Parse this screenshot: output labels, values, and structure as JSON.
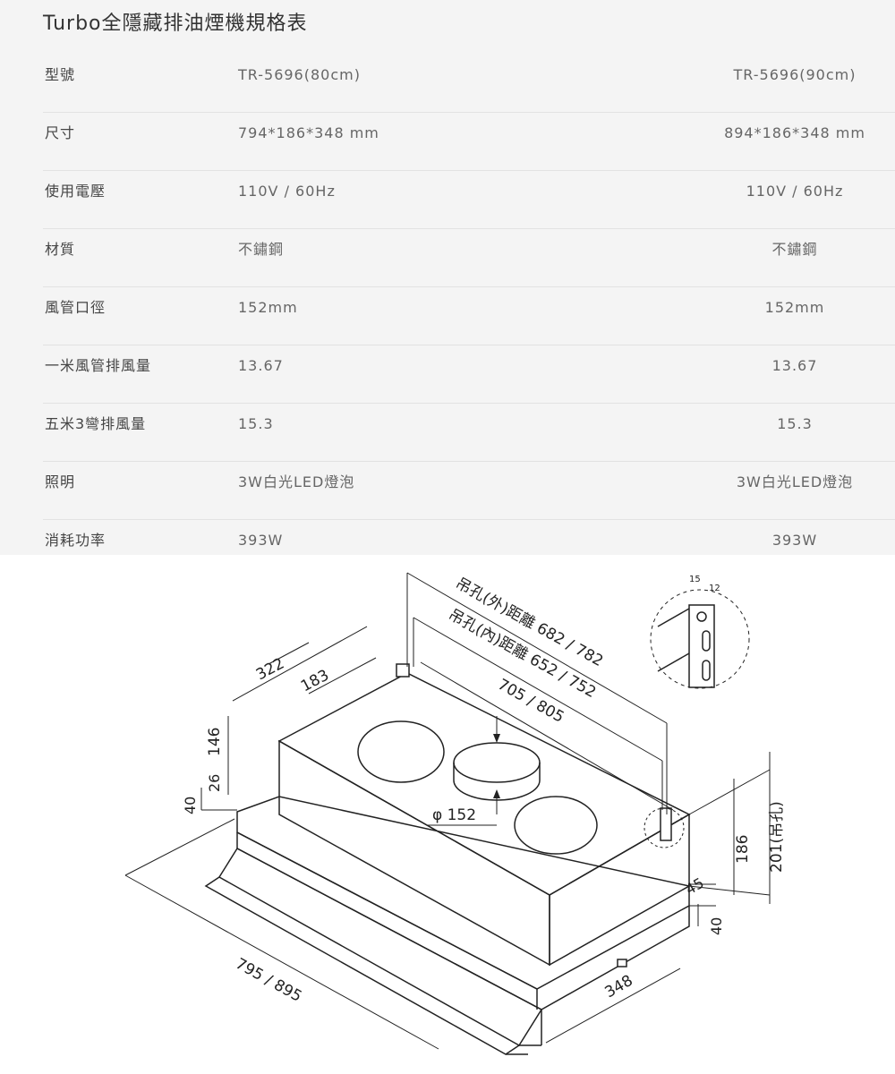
{
  "title": "Turbo全隱藏排油煙機規格表",
  "rows": [
    {
      "label": "型號",
      "v1": "TR-5696(80cm)",
      "v2": "TR-5696(90cm)"
    },
    {
      "label": "尺寸",
      "v1": "794*186*348 mm",
      "v2": "894*186*348 mm"
    },
    {
      "label": "使用電壓",
      "v1": "110V / 60Hz",
      "v2": "110V / 60Hz"
    },
    {
      "label": "材質",
      "v1": "不鏽鋼",
      "v2": "不鏽鋼"
    },
    {
      "label": "風管口徑",
      "v1": "152mm",
      "v2": "152mm"
    },
    {
      "label": "一米風管排風量",
      "v1": "13.67",
      "v2": "13.67"
    },
    {
      "label": "五米3彎排風量",
      "v1": "15.3",
      "v2": "15.3"
    },
    {
      "label": "照明",
      "v1": "3W白光LED燈泡",
      "v2": "3W白光LED燈泡"
    },
    {
      "label": "消耗功率",
      "v1": "393W",
      "v2": "393W"
    }
  ],
  "drawing": {
    "dim_outer_hole": "吊孔(外)距離 682 / 782",
    "dim_inner_hole": "吊孔(內)距離 652 / 752",
    "dim_top_length": "705 / 805",
    "dim_322": "322",
    "dim_183": "183",
    "dim_146": "146",
    "dim_26": "26",
    "dim_40_left": "40",
    "dim_duct": "φ 152",
    "dim_bottom_length": "795 / 895",
    "dim_depth": "348",
    "dim_45": "45",
    "dim_40_right": "40",
    "dim_186": "186",
    "dim_201": "201(吊孔)",
    "dim_15": "15",
    "dim_12": "12"
  }
}
